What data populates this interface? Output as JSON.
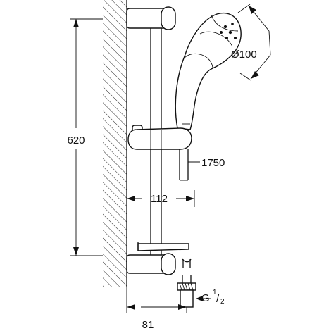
{
  "dimensions": {
    "bar_height": "620",
    "head_diameter": "Ø100",
    "hose_length": "1750",
    "bracket_depth": "112",
    "outlet_offset": "81",
    "thread_prefix": "G",
    "thread_num": "1",
    "thread_sep": "/",
    "thread_den": "2"
  },
  "colors": {
    "line": "#111111",
    "background": "#ffffff"
  }
}
